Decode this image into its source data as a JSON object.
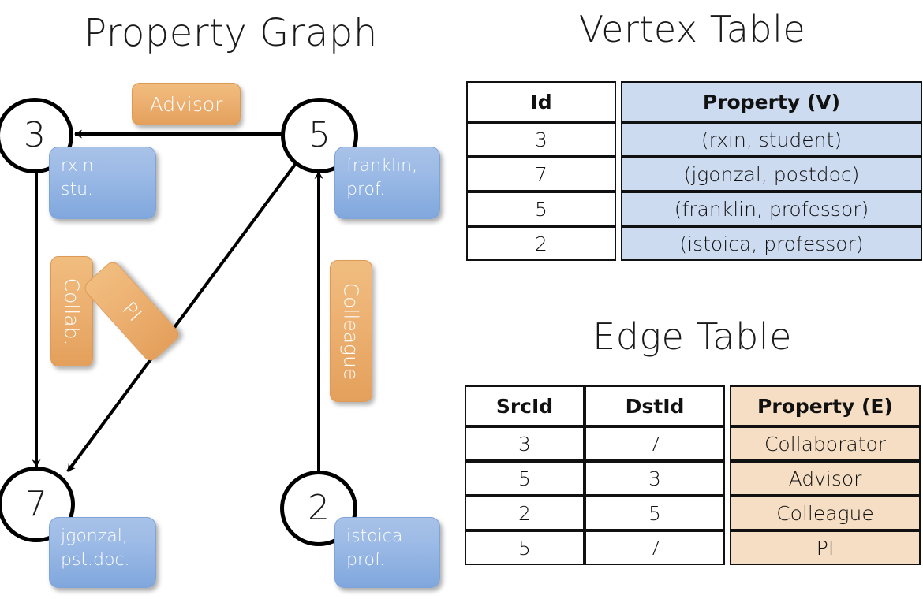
{
  "titles": {
    "graph": "Property Graph",
    "vertex_table": "Vertex Table",
    "edge_table": "Edge Table"
  },
  "graph": {
    "vertices": [
      {
        "id": "3",
        "property_line1": "rxin",
        "property_line2": "stu."
      },
      {
        "id": "5",
        "property_line1": "franklin,",
        "property_line2": "prof."
      },
      {
        "id": "7",
        "property_line1": "jgonzal,",
        "property_line2": "pst.doc."
      },
      {
        "id": "2",
        "property_line1": "istoica",
        "property_line2": "prof."
      }
    ],
    "edge_labels": [
      {
        "label": "Advisor",
        "src": "5",
        "dst": "3"
      },
      {
        "label": "Collab.",
        "src": "3",
        "dst": "7"
      },
      {
        "label": "PI",
        "src": "5",
        "dst": "7"
      },
      {
        "label": "Colleague",
        "src": "2",
        "dst": "5"
      }
    ]
  },
  "vertex_table": {
    "headers": [
      "Id",
      "Property (V)"
    ],
    "rows": [
      {
        "id": "3",
        "property": "(rxin, student)"
      },
      {
        "id": "7",
        "property": "(jgonzal, postdoc)"
      },
      {
        "id": "5",
        "property": "(franklin, professor)"
      },
      {
        "id": "2",
        "property": "(istoica, professor)"
      }
    ]
  },
  "edge_table": {
    "headers": [
      "SrcId",
      "DstId",
      "Property (E)"
    ],
    "rows": [
      {
        "src": "3",
        "dst": "7",
        "property": "Collaborator"
      },
      {
        "src": "5",
        "dst": "3",
        "property": "Advisor"
      },
      {
        "src": "2",
        "dst": "5",
        "property": "Colleague"
      },
      {
        "src": "5",
        "dst": "7",
        "property": "PI"
      }
    ]
  },
  "colors": {
    "vertex_property_box": "#9dbbe6",
    "edge_label_box": "#edb273",
    "vertex_table_cell": "#cddbf0",
    "edge_table_cell": "#f5dec4",
    "stroke": "#000000",
    "background": "#ffffff"
  }
}
